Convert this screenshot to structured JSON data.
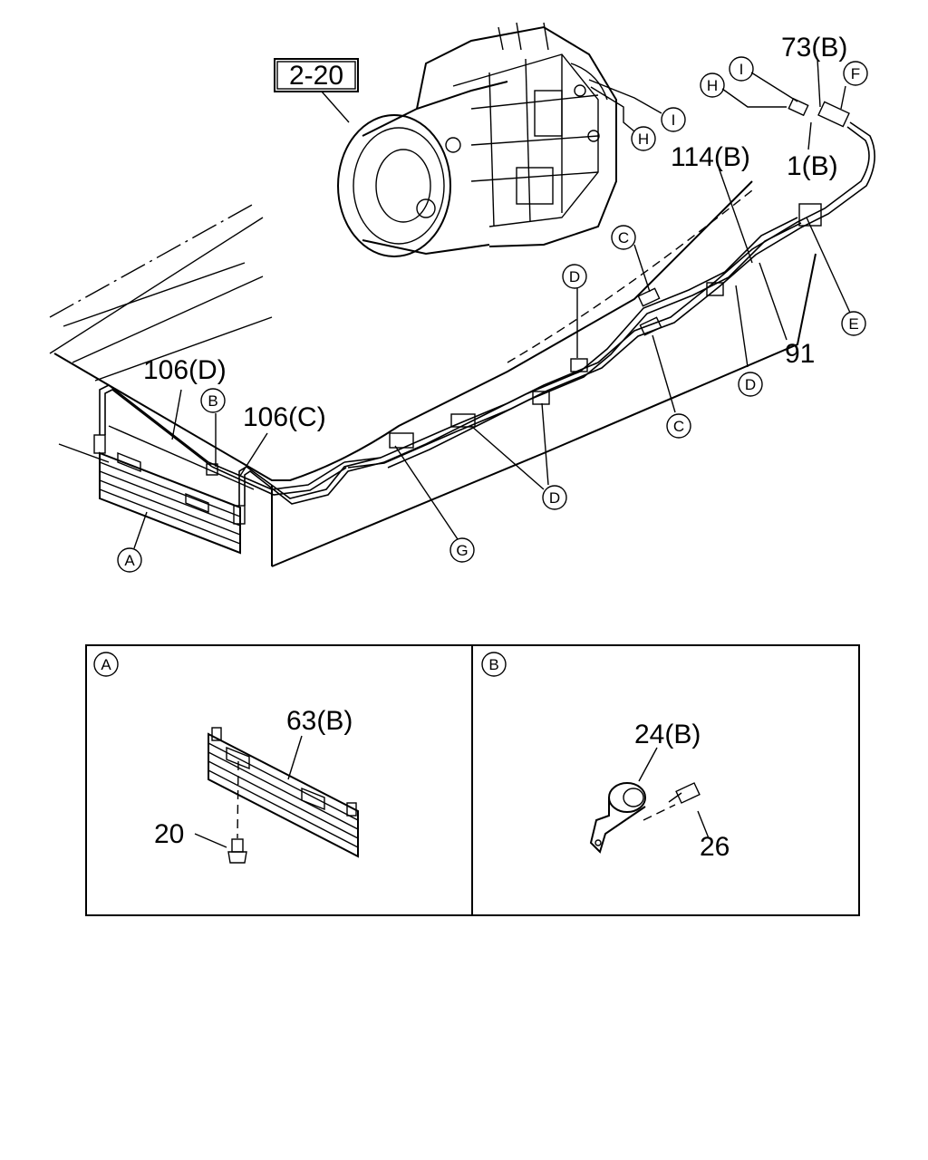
{
  "reference_box": "2-20",
  "part_labels": {
    "p73b": "73(B)",
    "p114b": "114(B)",
    "p1b": "1(B)",
    "p91": "91",
    "p106d": "106(D)",
    "p106c": "106(C)",
    "p63b": "63(B)",
    "p20": "20",
    "p24b": "24(B)",
    "p26": "26"
  },
  "callouts": {
    "A": "A",
    "B": "B",
    "C": "C",
    "D": "D",
    "E": "E",
    "F": "F",
    "G": "G",
    "H": "H",
    "I": "I"
  },
  "detail_panels": [
    {
      "letter": "A"
    },
    {
      "letter": "B"
    }
  ]
}
